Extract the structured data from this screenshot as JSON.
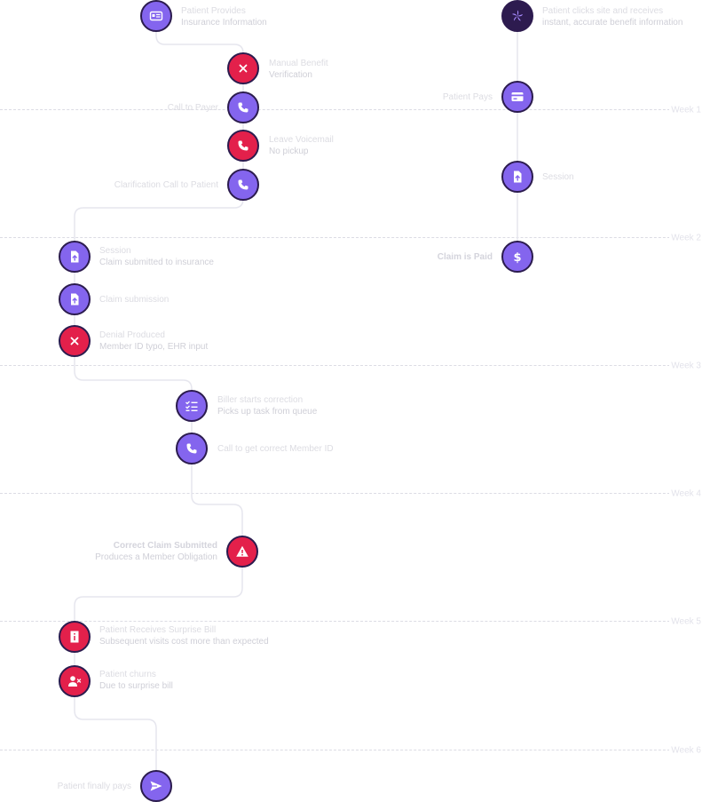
{
  "weeks": [
    "Week 1",
    "Week 2",
    "Week 3",
    "Week 4",
    "Week 5",
    "Week 6"
  ],
  "left_steps": [
    {
      "line1": "Patient Provides",
      "line2": "Insurance Information",
      "color": "purple",
      "icon": "id-card-icon"
    },
    {
      "line1": "Manual Benefit",
      "line2": "Verification",
      "color": "red",
      "icon": "close-icon"
    },
    {
      "line1": "Call to Payer",
      "line2": "",
      "color": "purple",
      "icon": "phone-icon"
    },
    {
      "line1": "Leave Voicemail",
      "line2": "No pickup",
      "color": "red",
      "icon": "phone-icon"
    },
    {
      "line1": "Clarification Call to Patient",
      "line2": "",
      "color": "purple",
      "icon": "phone-icon"
    },
    {
      "line1": "Session",
      "line2": "Claim submitted to insurance",
      "color": "purple",
      "icon": "document-upload-icon"
    },
    {
      "line1": "Claim submission",
      "line2": "",
      "color": "purple",
      "icon": "document-upload-icon"
    },
    {
      "line1": "Denial Produced",
      "line2": "Member ID typo, EHR input",
      "color": "red",
      "icon": "close-icon"
    },
    {
      "line1": "Biller starts correction",
      "line2": "Picks up task from queue",
      "color": "purple",
      "icon": "checklist-icon"
    },
    {
      "line1": "Call to get correct Member ID",
      "line2": "",
      "color": "purple",
      "icon": "phone-icon"
    },
    {
      "line1": "Correct Claim Submitted",
      "line2": "Produces a Member Obligation",
      "color": "red",
      "icon": "warning-icon"
    },
    {
      "line1": "Patient Receives Surprise Bill",
      "line2": "Subsequent visits cost more than expected",
      "color": "red",
      "icon": "bill-icon"
    },
    {
      "line1": "Patient churns",
      "line2": "Due to surprise bill",
      "color": "red",
      "icon": "user-remove-icon"
    },
    {
      "line1": "Patient finally pays",
      "line2": "",
      "color": "purple",
      "icon": "send-icon"
    }
  ],
  "right_steps": [
    {
      "line1": "Patient clicks site and receives",
      "line2": "instant, accurate benefit information",
      "color": "dark",
      "icon": "brand-logo-icon"
    },
    {
      "line1": "Patient Pays",
      "line2": "",
      "color": "purple",
      "icon": "credit-card-icon"
    },
    {
      "line1": "Session",
      "line2": "",
      "color": "purple",
      "icon": "document-upload-icon"
    },
    {
      "line1": "Claim is Paid",
      "line2": "",
      "color": "purple",
      "icon": "dollar-icon"
    }
  ],
  "colors": {
    "purple": "#8465ee",
    "red": "#e3204b",
    "dark": "#2d1b4f",
    "path": "#e6e6ee"
  }
}
